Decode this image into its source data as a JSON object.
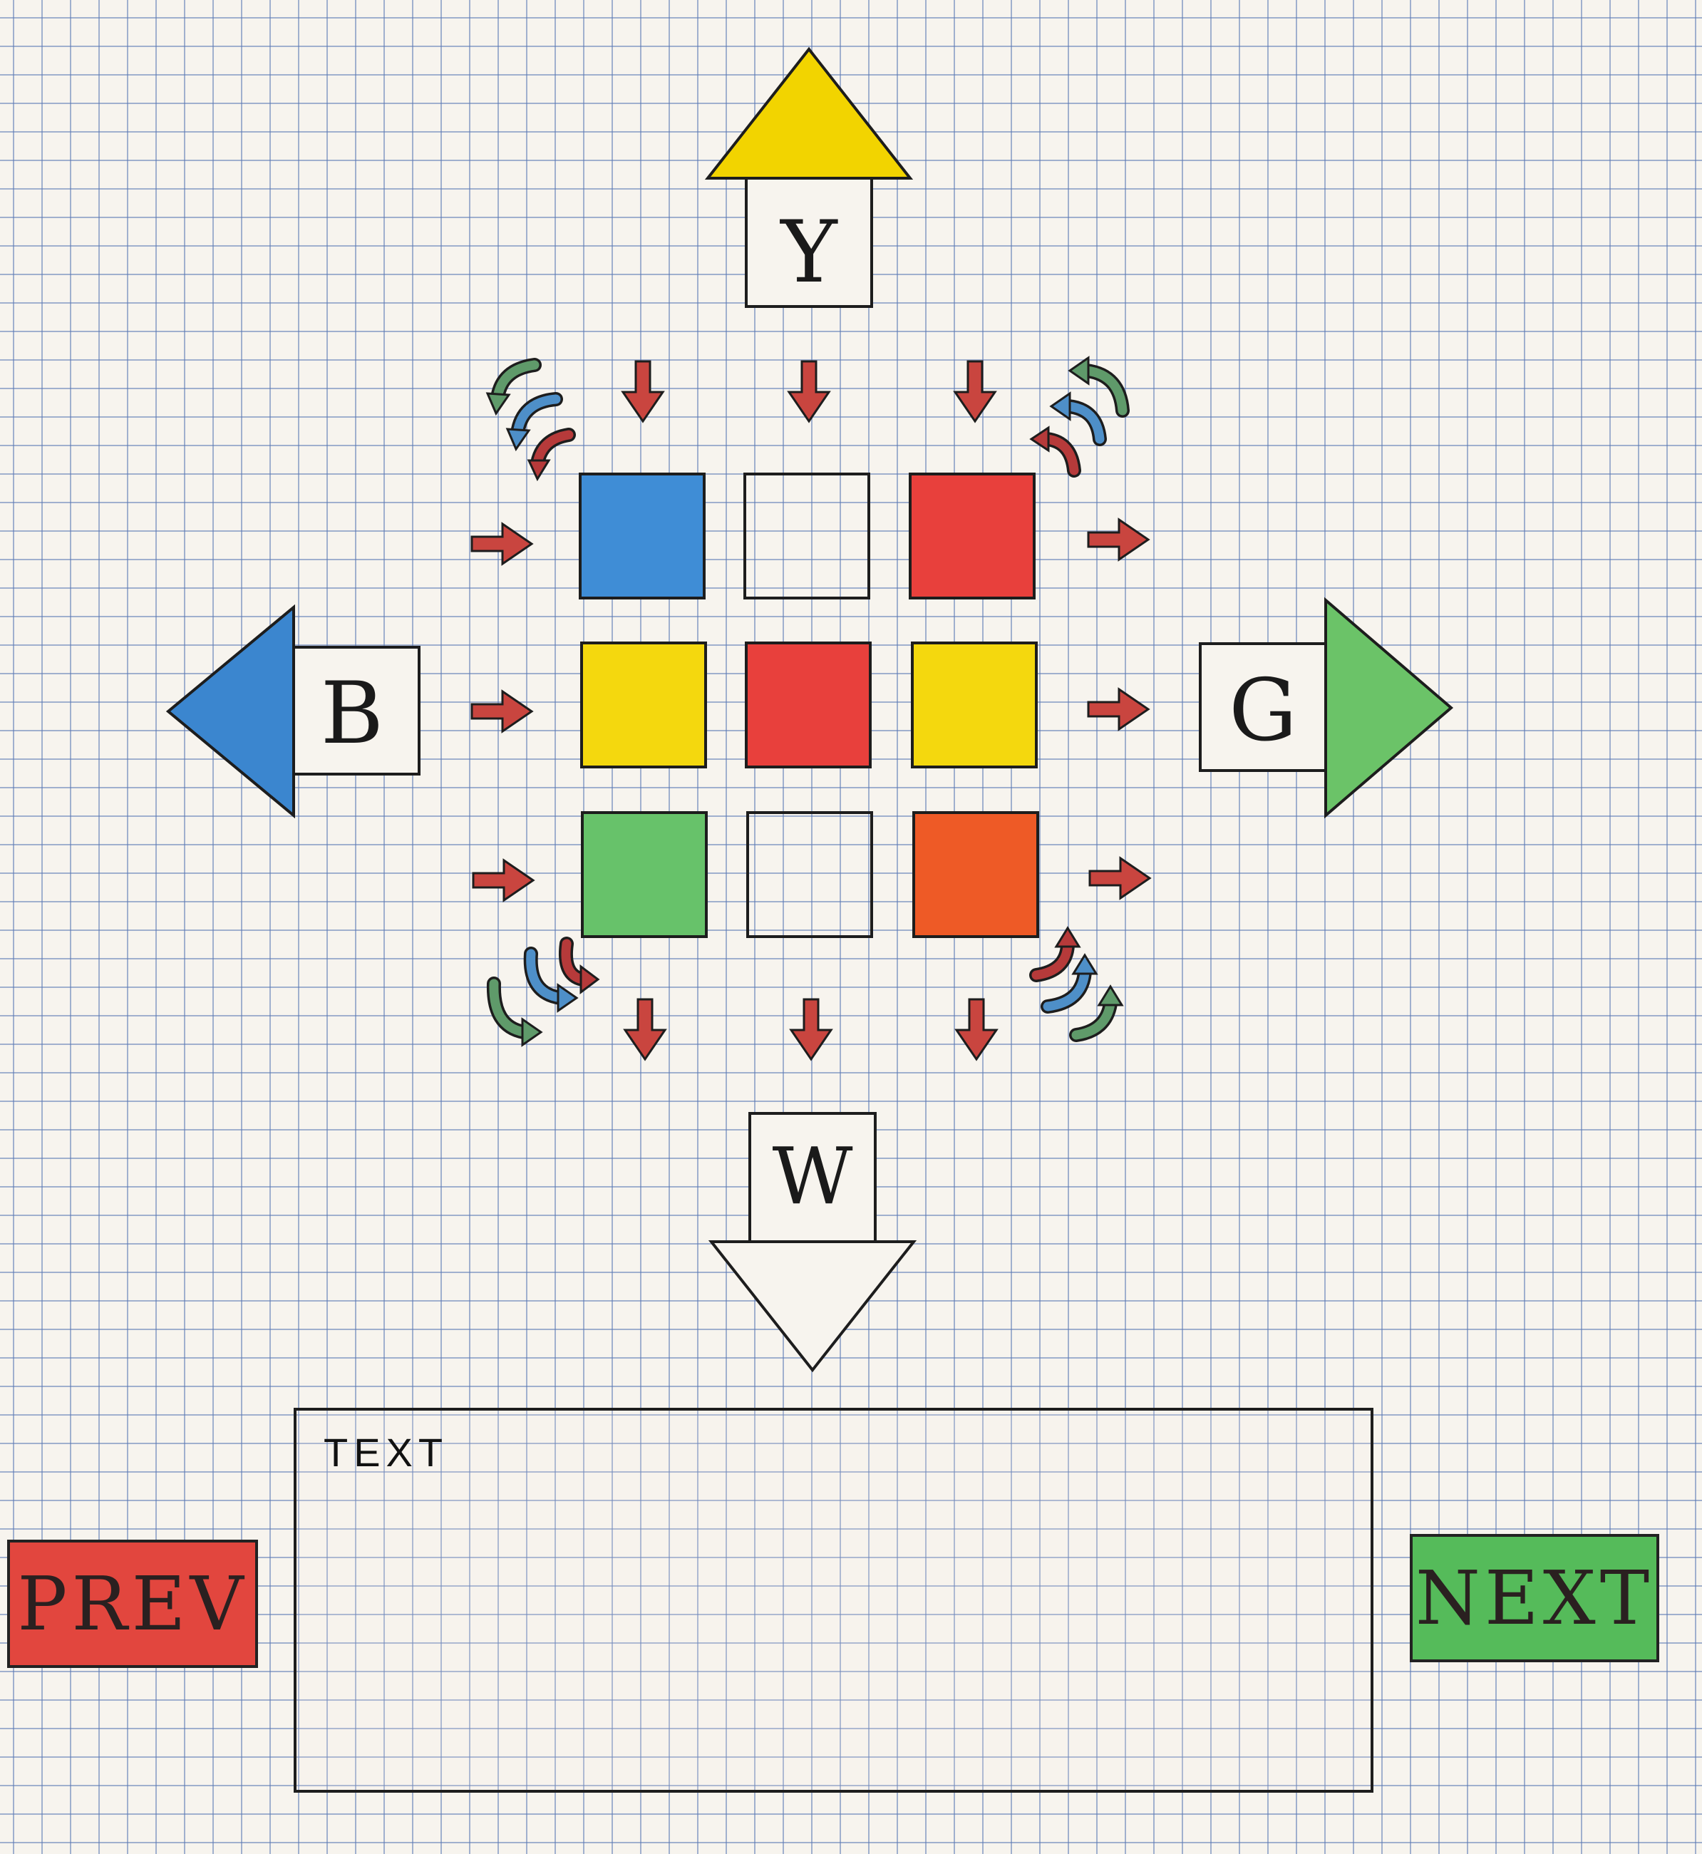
{
  "faces": {
    "top": {
      "label": "Y",
      "color": "#f2d400"
    },
    "left": {
      "label": "B",
      "color": "#3b86cf"
    },
    "right": {
      "label": "G",
      "color": "#6bc368"
    },
    "bottom": {
      "label": "W",
      "color": "#ffffff"
    }
  },
  "cube": {
    "cells": [
      [
        "blue",
        "white",
        "red"
      ],
      [
        "yellow",
        "red",
        "yellow"
      ],
      [
        "green",
        "white",
        "orange"
      ]
    ],
    "palette": {
      "blue": "#3f8dd6",
      "white": "transparent",
      "red": "#e8403c",
      "yellow": "#f4d80e",
      "green": "#67c26a",
      "orange": "#ee5a26"
    }
  },
  "colors": {
    "move_arrow": "#c9453f",
    "rotate_green": "#5f9a6a",
    "rotate_blue": "#4e8fc8",
    "rotate_red": "#b63a3a"
  },
  "textbox": {
    "label": "TEXT"
  },
  "buttons": {
    "prev": "PREV",
    "next": "NEXT"
  }
}
